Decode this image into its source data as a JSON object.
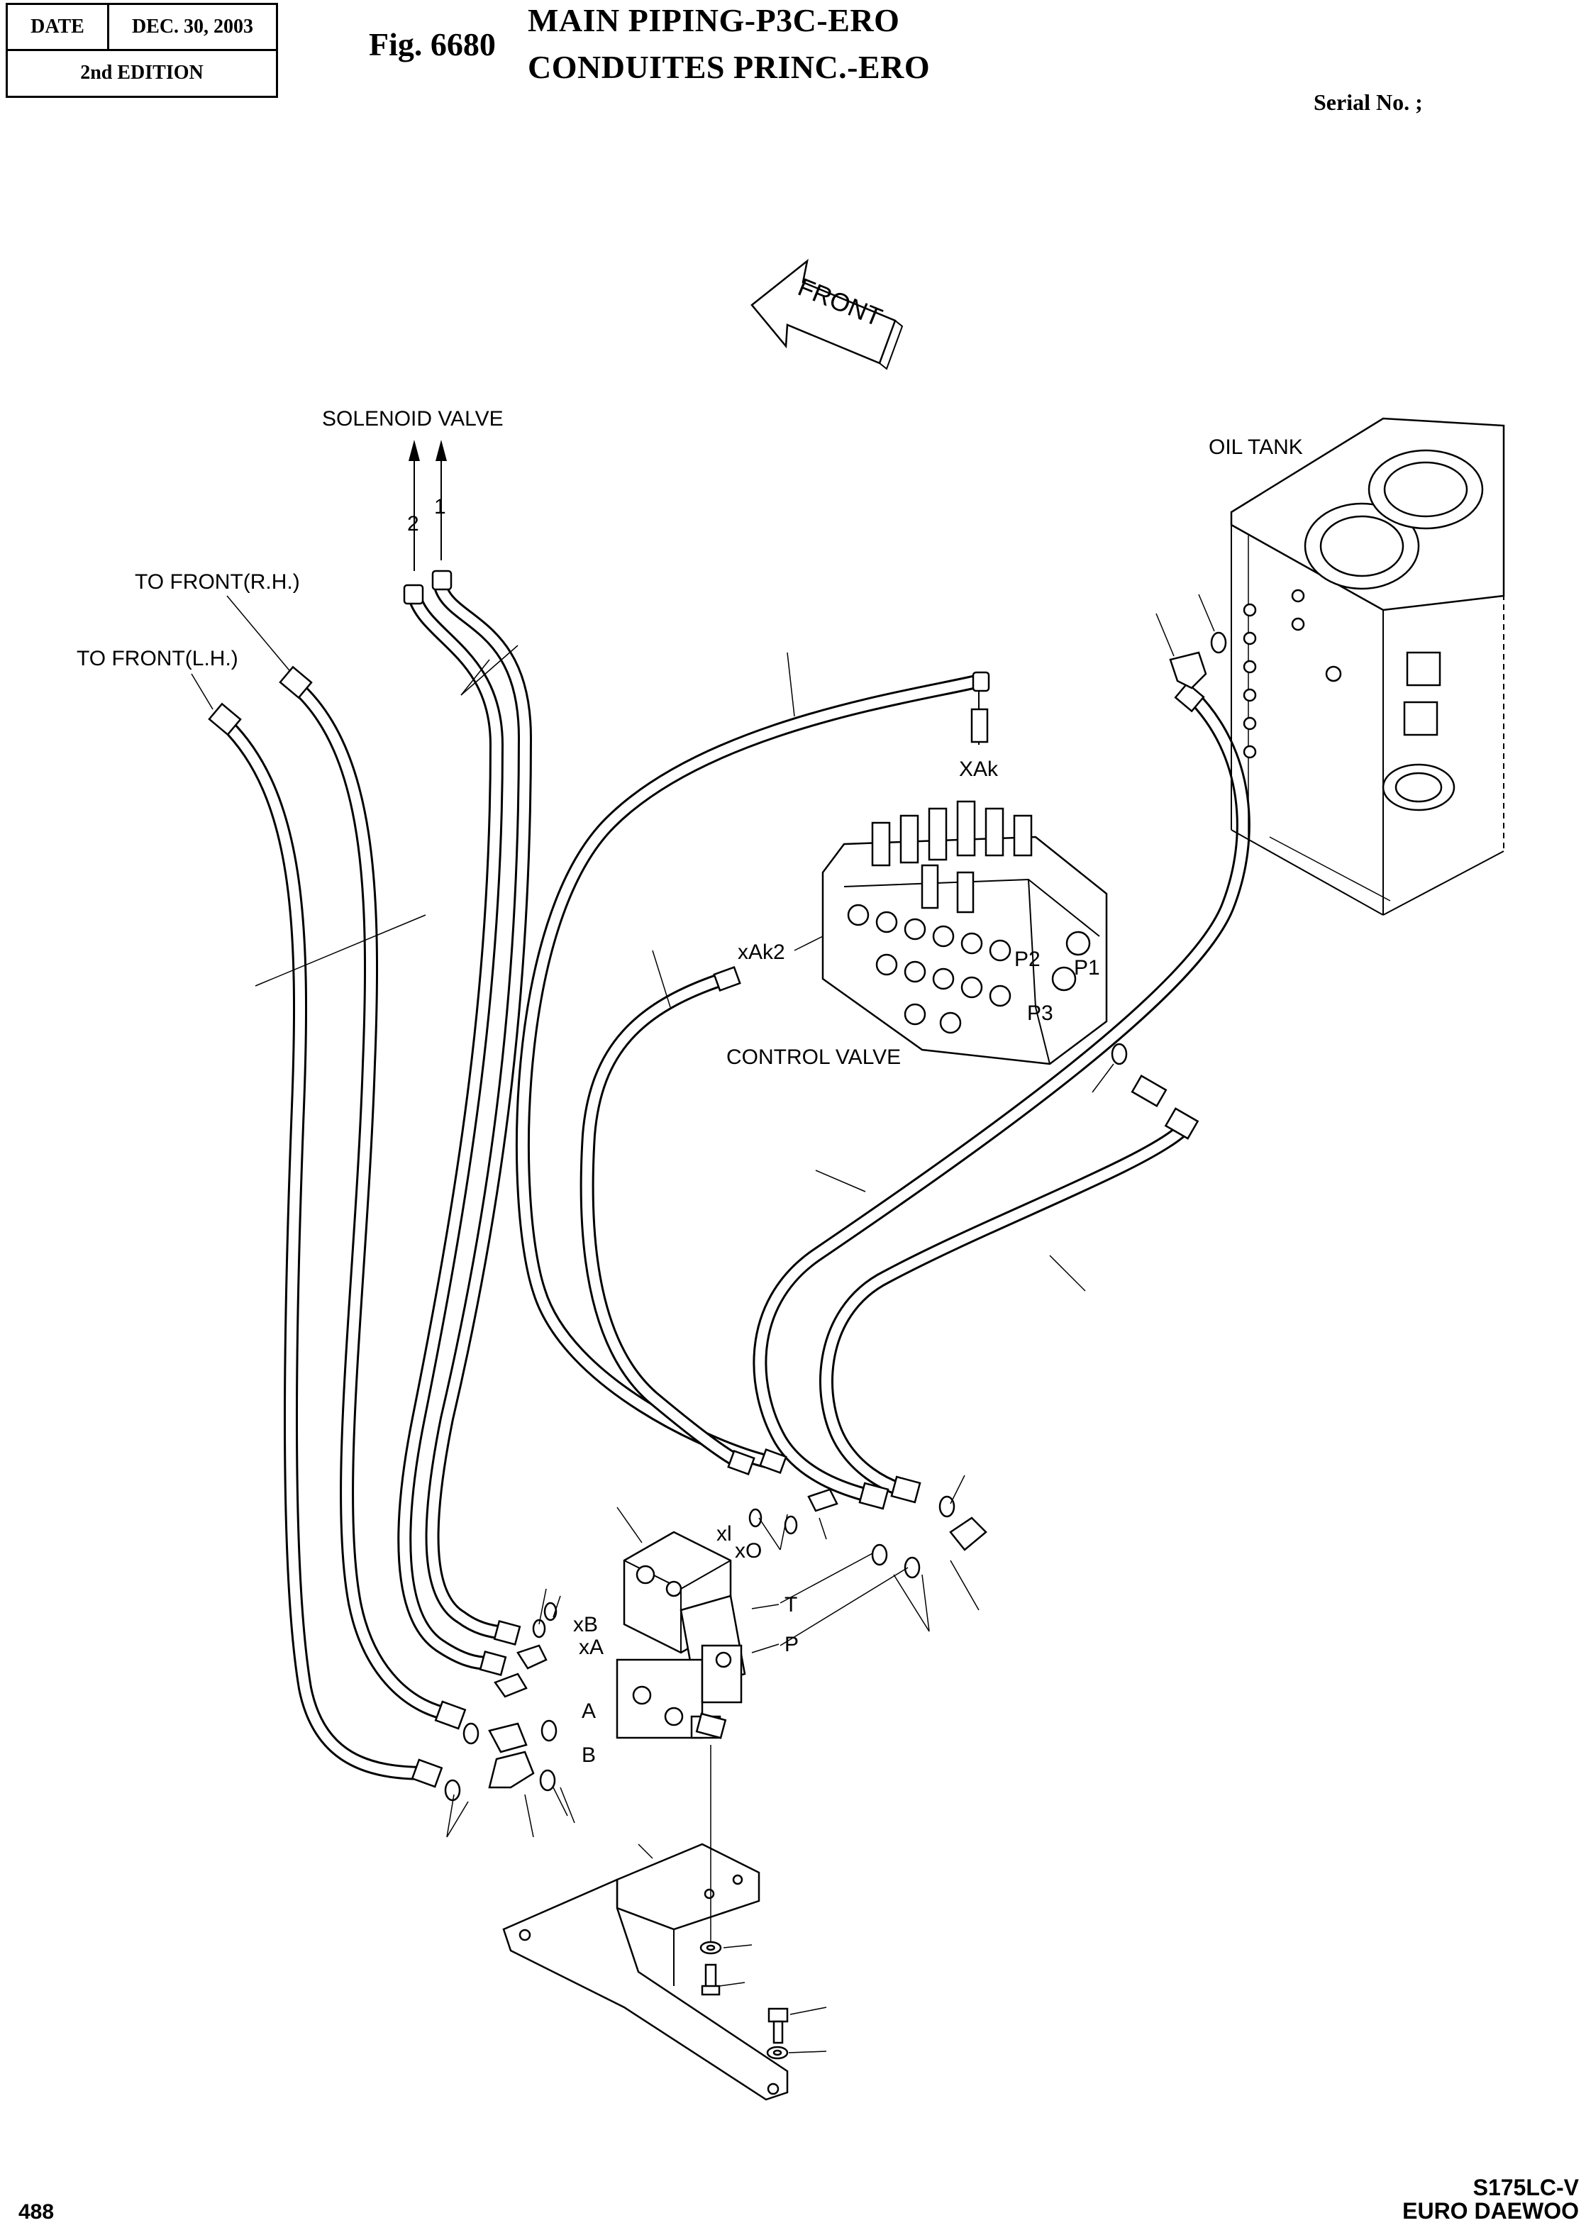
{
  "header": {
    "date_label": "DATE",
    "date_value": "DEC. 30,  2003",
    "edition": "2nd EDITION",
    "fig_number": "Fig. 6680",
    "title_en": "MAIN PIPING-P3C-ERO",
    "title_fr": "CONDUITES PRINC.-ERO",
    "serial": "Serial No. ;"
  },
  "labels": {
    "front": "FRONT",
    "solenoid_valve": "SOLENOID VALVE",
    "port_1": "1",
    "port_2": "2",
    "to_front_rh": "TO FRONT(R.H.)",
    "to_front_lh": "TO FRONT(L.H.)",
    "oil_tank": "OIL TANK",
    "xak": "XAk",
    "xak2": "xAk2",
    "p1": "P1",
    "p2": "P2",
    "p3": "P3",
    "control_valve": "CONTROL VALVE",
    "xl": "xl",
    "xo": "xO",
    "xb": "xB",
    "xa": "xA",
    "t": "T",
    "p": "P",
    "a": "A",
    "b": "B"
  },
  "footer": {
    "page": "488",
    "model_line1": "S175LC-V",
    "model_line2": "EURO DAEWOO"
  }
}
